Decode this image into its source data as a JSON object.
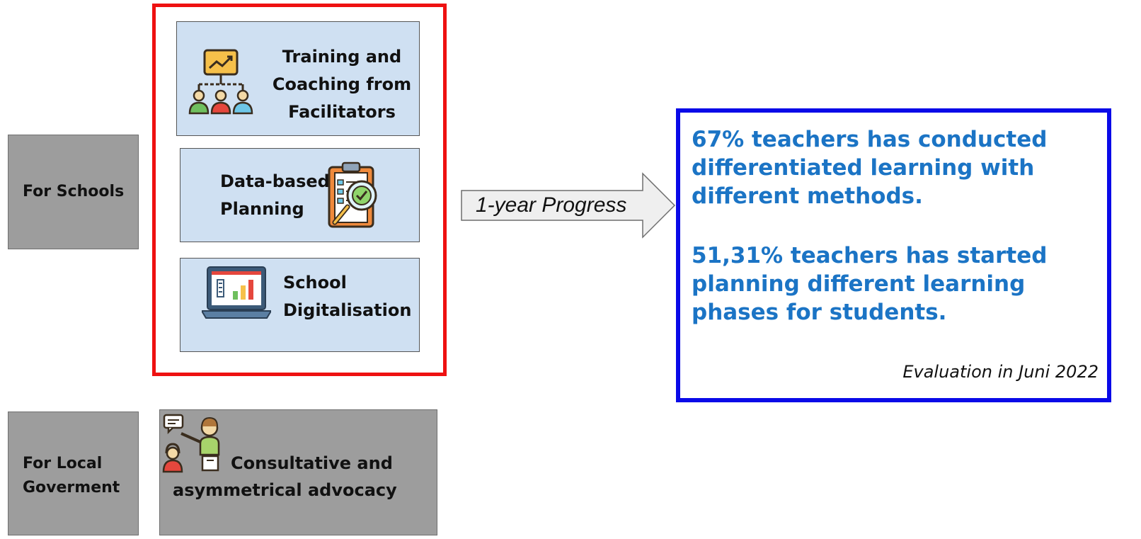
{
  "schools": {
    "label": "For Schools",
    "items": [
      {
        "label_line1": "Training and",
        "label_line2": "Coaching from",
        "label_line3": "Facilitators",
        "icon": "training-coaching-icon"
      },
      {
        "label_line1": "Data-based",
        "label_line2": "Planning",
        "icon": "clipboard-magnifier-icon"
      },
      {
        "label_line1": "School",
        "label_line2": "Digitalisation",
        "icon": "laptop-chart-icon"
      }
    ]
  },
  "arrow": {
    "label": "1-year Progress"
  },
  "results": {
    "paragraph1": [
      "67% teachers has conducted",
      "differentiated learning with",
      "different methods."
    ],
    "paragraph2": [
      "51,31% teachers has started",
      "planning different learning",
      "phases for students."
    ],
    "evaluation": "Evaluation in Juni 2022"
  },
  "government": {
    "label_line1": "For Local",
    "label_line2": "Goverment",
    "item_line1": "Consultative and",
    "item_line2": "asymmetrical advocacy",
    "icon": "presenter-audience-icon"
  },
  "colors": {
    "frame_red": "#ee1111",
    "result_blue": "#0a0ae8",
    "result_text": "#1b74c5",
    "box_fill": "#cfe0f2",
    "grey_fill": "#9d9d9d"
  }
}
